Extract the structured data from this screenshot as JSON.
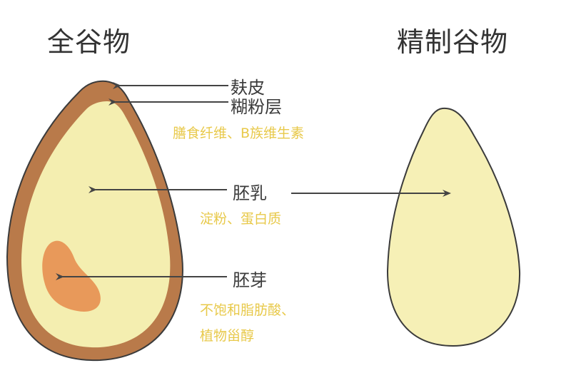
{
  "titles": {
    "whole_grain": "全谷物",
    "refined_grain": "精制谷物"
  },
  "labels": {
    "bran": "麸皮",
    "aleurone": "糊粉层",
    "aleurone_note": "膳食纤维、B族维生素",
    "endosperm": "胚乳",
    "endosperm_note": "淀粉、蛋白质",
    "germ": "胚芽",
    "germ_note_line1": "不饱和脂肪酸、",
    "germ_note_line2": "植物甾醇"
  },
  "colors": {
    "bran": "#b97a4a",
    "endosperm": "#f4eeb0",
    "germ": "#e8995a",
    "outline": "#3b3b3b",
    "arrow": "#444444",
    "note_text": "#e8c94a",
    "label_text": "#3a3a3a"
  }
}
